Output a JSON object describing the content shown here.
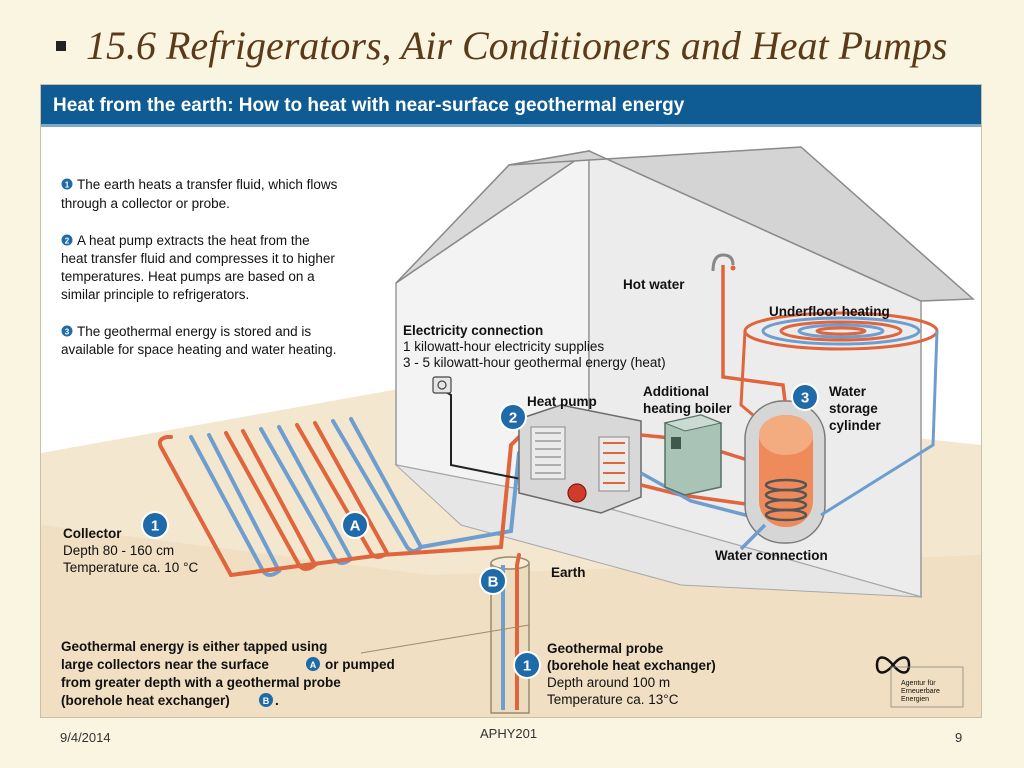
{
  "slide": {
    "title": "15.6  Refrigerators, Air Conditioners and Heat Pumps",
    "footer_date": "9/4/2014",
    "footer_center": "APHY201",
    "page_number": "9"
  },
  "figure": {
    "header": "Heat from the earth: How to heat with near-surface geothermal energy",
    "steps": [
      {
        "num": "1",
        "lines": [
          "The earth heats a transfer fluid, which flows",
          "through a collector or probe."
        ]
      },
      {
        "num": "2",
        "lines": [
          "A heat pump extracts the heat from the",
          "heat transfer fluid and compresses it to higher",
          "temperatures. Heat pumps are based on a",
          "similar principle to refrigerators."
        ]
      },
      {
        "num": "3",
        "lines": [
          "The geothermal energy is stored and is",
          "available for space heating and water heating."
        ]
      }
    ],
    "labels": {
      "hot_water": "Hot water",
      "underfloor_heating": "Underfloor heating",
      "electricity_title": "Electricity connection",
      "electricity_line1": "1 kilowatt-hour electricity supplies",
      "electricity_line2": "3 - 5 kilowatt-hour geothermal energy (heat)",
      "heat_pump": "Heat pump",
      "boiler_1": "Additional",
      "boiler_2": "heating boiler",
      "cylinder_1": "Water",
      "cylinder_2": "storage",
      "cylinder_3": "cylinder",
      "water_connection": "Water connection",
      "earth": "Earth",
      "collector_title": "Collector",
      "collector_depth": "Depth 80 - 160 cm",
      "collector_temp": "Temperature ca. 10 °C",
      "probe_title1": "Geothermal probe",
      "probe_title2": "(borehole heat exchanger)",
      "probe_depth": "Depth around 100 m",
      "probe_temp": "Temperature ca. 13°C",
      "bottom_1": "Geothermal energy is either tapped using",
      "bottom_2a": "large collectors near the surface",
      "bottom_2b": "or pumped",
      "bottom_3": "from greater depth with a geothermal probe",
      "bottom_4a": "(borehole heat exchanger)",
      "bottom_4b": ".",
      "marker_1": "1",
      "marker_2": "2",
      "marker_3": "3",
      "marker_A": "A",
      "marker_B": "B",
      "logo_1": "Agentur für",
      "logo_2": "Erneuerbare",
      "logo_3": "Energien"
    }
  },
  "colors": {
    "header_blue": "#0f5b93",
    "marker_blue": "#1f6aa8",
    "hot_pipe": "#e0643c",
    "cold_pipe": "#6e9ecf",
    "title_brown": "#5b3a1a"
  }
}
